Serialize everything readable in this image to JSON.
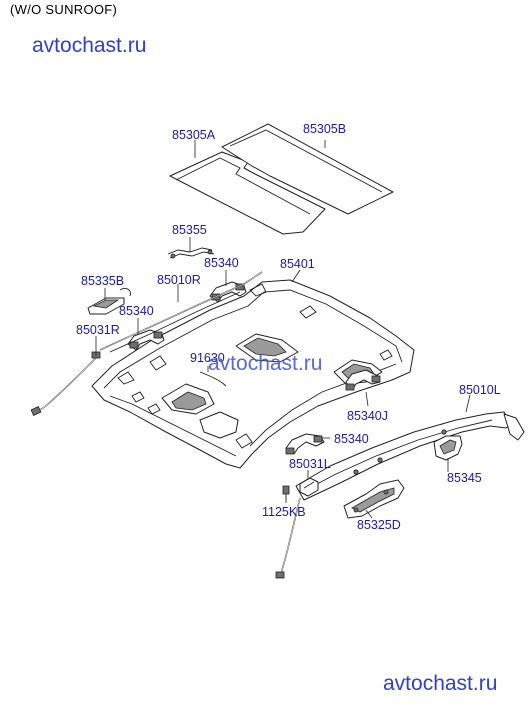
{
  "header": {
    "note": "(W/O SUNROOF)"
  },
  "watermarks": [
    "avtochast.ru",
    "avtochast.ru",
    "avtochast.ru"
  ],
  "parts": {
    "p85305A": "85305A",
    "p85305B": "85305B",
    "p85355": "85355",
    "p85335B": "85335B",
    "p85010R": "85010R",
    "p85340_top": "85340",
    "p85401": "85401",
    "p85340_left": "85340",
    "p85031R": "85031R",
    "p91630": "91630",
    "p85010L": "85010L",
    "p85340J": "85340J",
    "p85340_right": "85340",
    "p85031L": "85031L",
    "p85345": "85345",
    "p1125KB": "1125KB",
    "p85325D": "85325D"
  },
  "colors": {
    "label": "#1a1ab0",
    "watermark": "#2f3fd0",
    "line": "#222222"
  }
}
